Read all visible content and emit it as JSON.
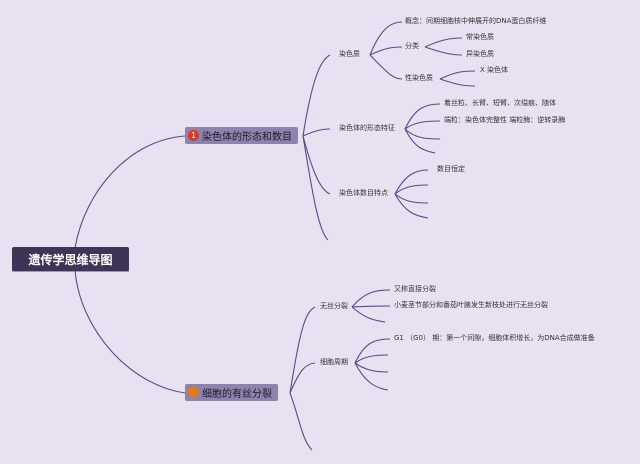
{
  "root": {
    "title": "遗传学思维导图"
  },
  "branches": [
    {
      "badge": "1",
      "label": "染色体的形态和数目",
      "badge_color": "#d93a2b"
    },
    {
      "badge": "",
      "label": "细胞的有丝分裂",
      "badge_color": "#e07b1e"
    }
  ],
  "nodes": {
    "chromatin": "染色质",
    "concept": "概念：间期细胞核中伸展开的DNA蛋白质纤维",
    "classification": "分类",
    "euchromatin": "常染色质",
    "heterochromatin": "异染色质",
    "sex_chromatin": "性染色质",
    "x_chromosome": "X 染色体",
    "morphology": "染色体的形态特征",
    "morph_items": "着丝粒、长臂、短臂、次缢痕、随体",
    "telomere": "端粒：染色体完整性 端粒酶：逆转录酶",
    "number_features": "染色体数目特点",
    "number_constant": "数目恒定",
    "amitosis": "无丝分裂",
    "direct_division": "又称直接分裂",
    "amitosis_example": "小麦茎节部分和番茄叶腋发生新枝处进行无丝分裂",
    "cell_cycle": "细胞周期",
    "g1_phase": "G1 （G0） 期：第一个间隙，细胞体积增长，为DNA合成做准备"
  },
  "colors": {
    "line": "#5a4a8a",
    "root_bg": "#3d3555",
    "branch_bg": "#8f82ad",
    "background": "#e9e0f2"
  }
}
